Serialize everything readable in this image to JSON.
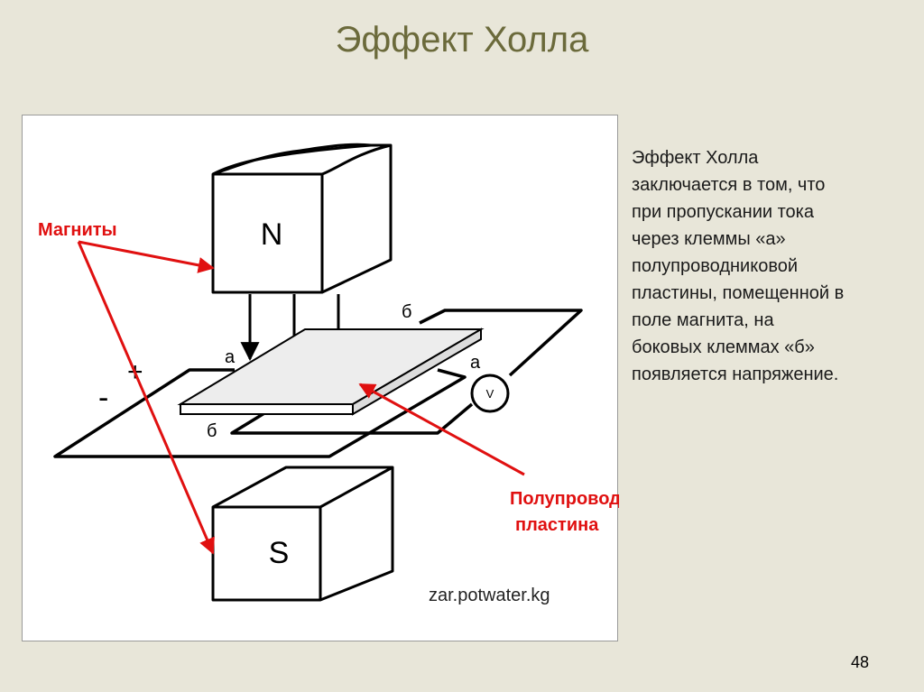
{
  "title": "Эффект Холла",
  "description_lines": [
    "Эффект Холла",
    "заключается в том, что",
    "при пропускании тока",
    "через клеммы «а»",
    "полупроводниковой",
    "пластины, помещенной в",
    "поле магнита, на",
    "боковых клеммах «б»",
    "появляется напряжение."
  ],
  "page_number": "48",
  "diagram": {
    "magnet_top_label": "N",
    "magnet_bottom_label": "S",
    "terminal_a_left": "а",
    "terminal_a_right": "а",
    "terminal_b_top": "б",
    "terminal_b_bottom": "б",
    "plus_sign": "+",
    "minus_sign": "-",
    "voltmeter_label": "V",
    "magnets_caption": "Магниты",
    "plate_caption_line1": "Полупроводниковая",
    "plate_caption_line2": "пластина",
    "source_text": "zar.potwater.kg",
    "annotation_color": "#e01010"
  }
}
